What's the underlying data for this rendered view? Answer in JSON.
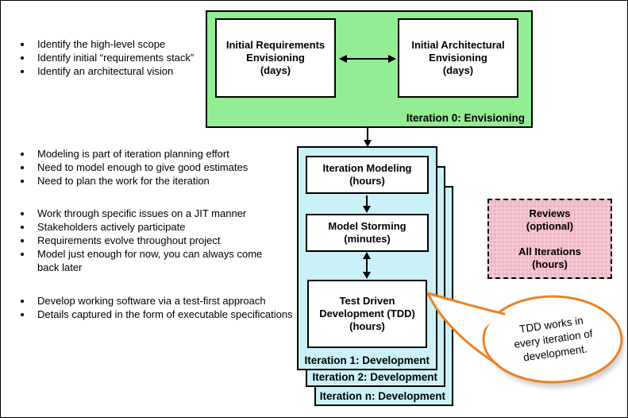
{
  "colors": {
    "green": "#94EC94",
    "cyan": "#CBF1F8",
    "pink": "#F4C6D0",
    "pink_dot": "#E9A2B6",
    "orange": "#EE8122",
    "line": "#000000"
  },
  "bullets": [
    {
      "items": [
        "Identify the high-level scope",
        "Identify initial “requirements stack”",
        "Identify an architectural vision"
      ]
    },
    {
      "items": [
        "Modeling is part of iteration planning effort",
        "Need to model enough to give good estimates",
        "Need to plan the work for the iteration"
      ]
    },
    {
      "items": [
        "Work through specific issues on a JIT manner",
        "Stakeholders actively participate",
        "Requirements evolve throughout project",
        "Model just enough for now, you can always come\nback later"
      ]
    },
    {
      "items": [
        "Develop working software via a test-first approach",
        "Details captured in the form of executable specifications"
      ]
    }
  ],
  "envisioning": {
    "label": "Iteration 0: Envisioning",
    "requirements_box": "Initial Requirements\nEnvisioning\n(days)",
    "architecture_box": "Initial Architectural\nEnvisioning\n(days)"
  },
  "development": {
    "iteration1_label": "Iteration 1: Development",
    "iteration2_label": "Iteration 2: Development",
    "iterationn_label": "Iteration n: Development",
    "iteration_modeling_box": "Iteration Modeling\n(hours)",
    "model_storming_box": "Model Storming\n(minutes)",
    "tdd_box": "Test Driven\nDevelopment (TDD)\n(hours)"
  },
  "reviews": {
    "text": "Reviews\n(optional)\n\nAll Iterations\n(hours)"
  },
  "callout": {
    "text": "TDD works in\nevery iteration of\ndevelopment."
  }
}
